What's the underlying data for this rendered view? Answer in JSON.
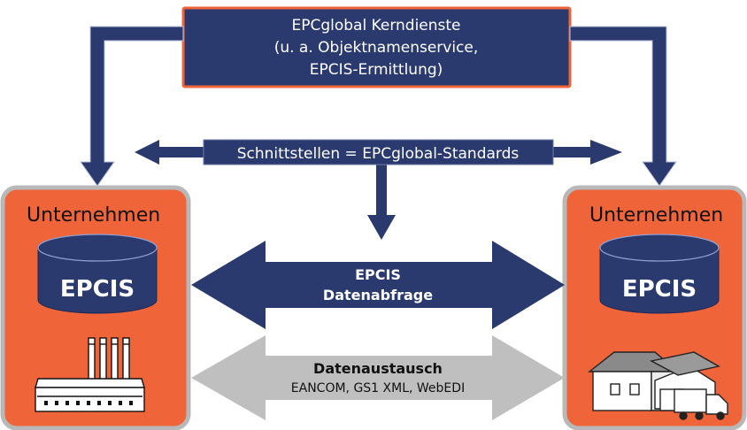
{
  "core_services": {
    "line1": "EPCglobal Kerndienste",
    "line2": "(u. a. Objektnamenservice,",
    "line3": "EPCIS-Ermittlung)"
  },
  "interfaces_label": "Schnittstellen = EPCglobal-Standards",
  "companies": {
    "left": {
      "title": "Unternehmen",
      "db_label": "EPCIS",
      "icon": "factory-icon"
    },
    "right": {
      "title": "Unternehmen",
      "db_label": "EPCIS",
      "icon": "warehouse-truck-icon"
    }
  },
  "epcis_query": {
    "line1": "EPCIS",
    "line2": "Datenabfrage"
  },
  "data_exchange": {
    "title": "Datenaustausch",
    "subtitle": "EANCOM, GS1 XML, WebEDI"
  },
  "colors": {
    "navy": "#2B3A6E",
    "orange": "#F0643A",
    "grey_border": "#B8B8B8",
    "grey_arrow": "#BFBFBF"
  }
}
